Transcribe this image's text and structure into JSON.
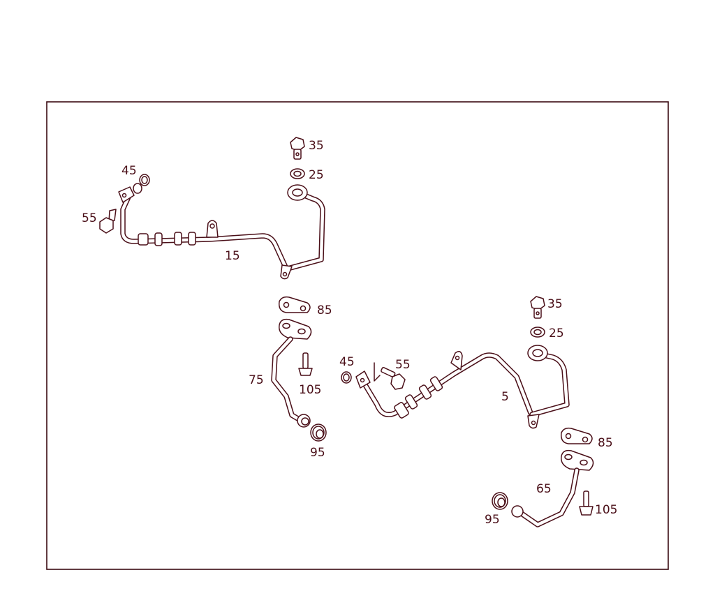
{
  "diagram": {
    "labels": {
      "part_15": "15",
      "part_5": "5",
      "part_35_a": "35",
      "part_25_a": "25",
      "part_45_a": "45",
      "part_55_a": "55",
      "part_85_a": "85",
      "part_75": "75",
      "part_105_a": "105",
      "part_95_a": "95",
      "part_35_b": "35",
      "part_25_b": "25",
      "part_45_b": "45",
      "part_55_b": "55",
      "part_85_b": "85",
      "part_65": "65",
      "part_95_b": "95",
      "part_105_b": "105"
    },
    "line_color": "#4a0f18",
    "frame_color": "#3a0a12"
  }
}
